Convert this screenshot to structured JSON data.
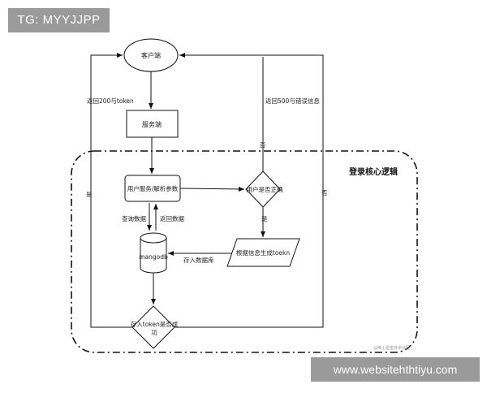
{
  "badges": {
    "tg": "TG: MYYJJPP",
    "site": "www.websitehthtiyu.com"
  },
  "diagram": {
    "region_title": "登录核心逻辑",
    "nodes": {
      "client": "客户端",
      "server": "服务端",
      "parse": "用户服务/解析参数",
      "check": "用户是否正确",
      "gen_token": "根据信息生成toekn",
      "mongodb": "mangodb",
      "store_check_line1": "存入token是否成",
      "store_check_line2": "功"
    },
    "edges": {
      "return_200": "返回200与token",
      "return_500": "返回500与错误信息",
      "query": "查询数据",
      "return_data": "返回数据",
      "store_db": "存入数据库",
      "yes_left": "是",
      "yes_down": "是",
      "no_top": "否",
      "no_right": "否"
    },
    "watermark": "@稀土掘金技术社区"
  },
  "colors": {
    "stroke": "#111111",
    "badge": "#9a9a9a"
  }
}
